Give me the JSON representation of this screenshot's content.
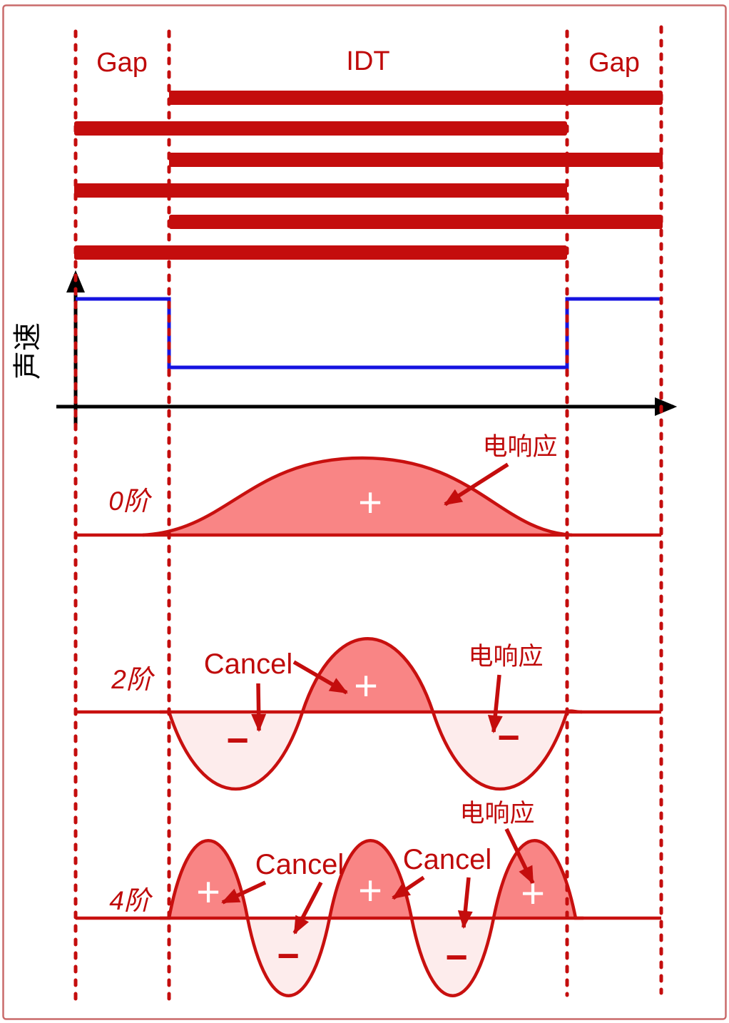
{
  "colors": {
    "dark_red": "#c40d0d",
    "text_red": "#bf0a0a",
    "curve_red": "#c8100f",
    "positive_fill": "#f98585",
    "negative_fill": "#fdecec",
    "blue": "#1513e0",
    "axis_black": "#000000",
    "frame_border": "#c96a6a",
    "background": "#ffffff"
  },
  "regions": {
    "left_gap": "Gap",
    "idt": "IDT",
    "right_gap": "Gap",
    "electrode_rows": 6
  },
  "velocity_plot": {
    "y_axis_label": "声速"
  },
  "modes": [
    {
      "label": "0阶",
      "signs": [
        "+"
      ],
      "annotations": [
        "电响应"
      ]
    },
    {
      "label": "2阶",
      "signs": [
        "+",
        "−",
        "−"
      ],
      "annotations": [
        "Cancel",
        "电响应"
      ]
    },
    {
      "label": "4阶",
      "signs": [
        "+",
        "+",
        "+",
        "−",
        "−"
      ],
      "annotations": [
        "Cancel",
        "Cancel",
        "电响应"
      ]
    }
  ]
}
